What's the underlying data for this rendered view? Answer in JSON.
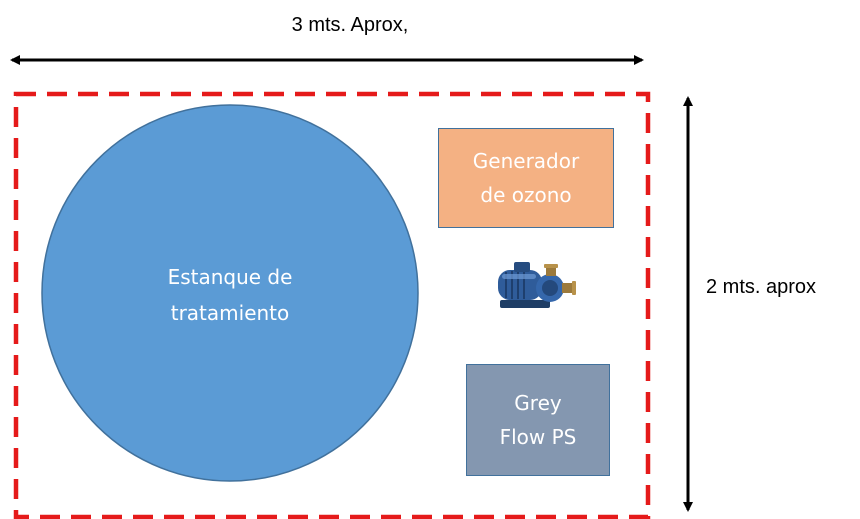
{
  "dimensions": {
    "width_label": "3 mts. Aprox,",
    "height_label": "2 mts. aprox"
  },
  "tank": {
    "line1": "Estanque de",
    "line2": "tratamiento",
    "fill_color": "#5B9BD5",
    "stroke_color": "#41719C"
  },
  "ozone_generator": {
    "line1": "Generador",
    "line2": "de ozono",
    "fill_color": "#F4B183"
  },
  "grey_flow": {
    "line1": "Grey",
    "line2": "Flow PS",
    "fill_color": "#8497B0"
  },
  "pump": {
    "icon": "water-pump-icon"
  },
  "boundary": {
    "color": "#E51A1A",
    "style": "dashed"
  }
}
